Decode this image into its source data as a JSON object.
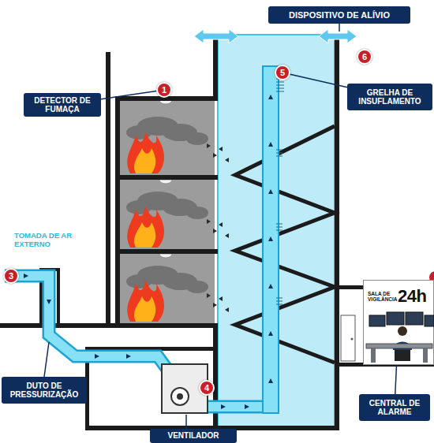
{
  "diagram": {
    "nodes": [
      {
        "text": [
          "DISPOSITIVO DE ALÍVIO"
        ]
      },
      {
        "text": [
          "6"
        ]
      },
      {
        "text": [
          "5"
        ]
      },
      {
        "text": [
          "GRELHA DE INSUFLAMENTO"
        ]
      },
      {
        "text": [
          "DETECTOR DE FUMAÇA"
        ]
      },
      {
        "text": [
          "1"
        ]
      },
      {
        "text": [
          "3"
        ]
      },
      {
        "text": [
          "SALA DE VIGILÂNCIA",
          "24h"
        ]
      },
      {
        "text": [
          "DUTO DE PRESSURIZAÇÃO"
        ]
      },
      {
        "text": [
          "4"
        ]
      },
      {
        "text": [
          "CENTRAL DE ALARME"
        ]
      },
      {
        "text": [
          "VENTILADOR"
        ]
      }
    ],
    "edges": [
      {
        "from": 3,
        "to": 2,
        "arrow": "none"
      },
      {
        "from": 4,
        "to": 5,
        "arrow": "none"
      },
      {
        "from": 10,
        "to": 7,
        "arrow": "none"
      }
    ],
    "labels": [
      "TOMADA DE AR EXTERNO"
    ]
  }
}
